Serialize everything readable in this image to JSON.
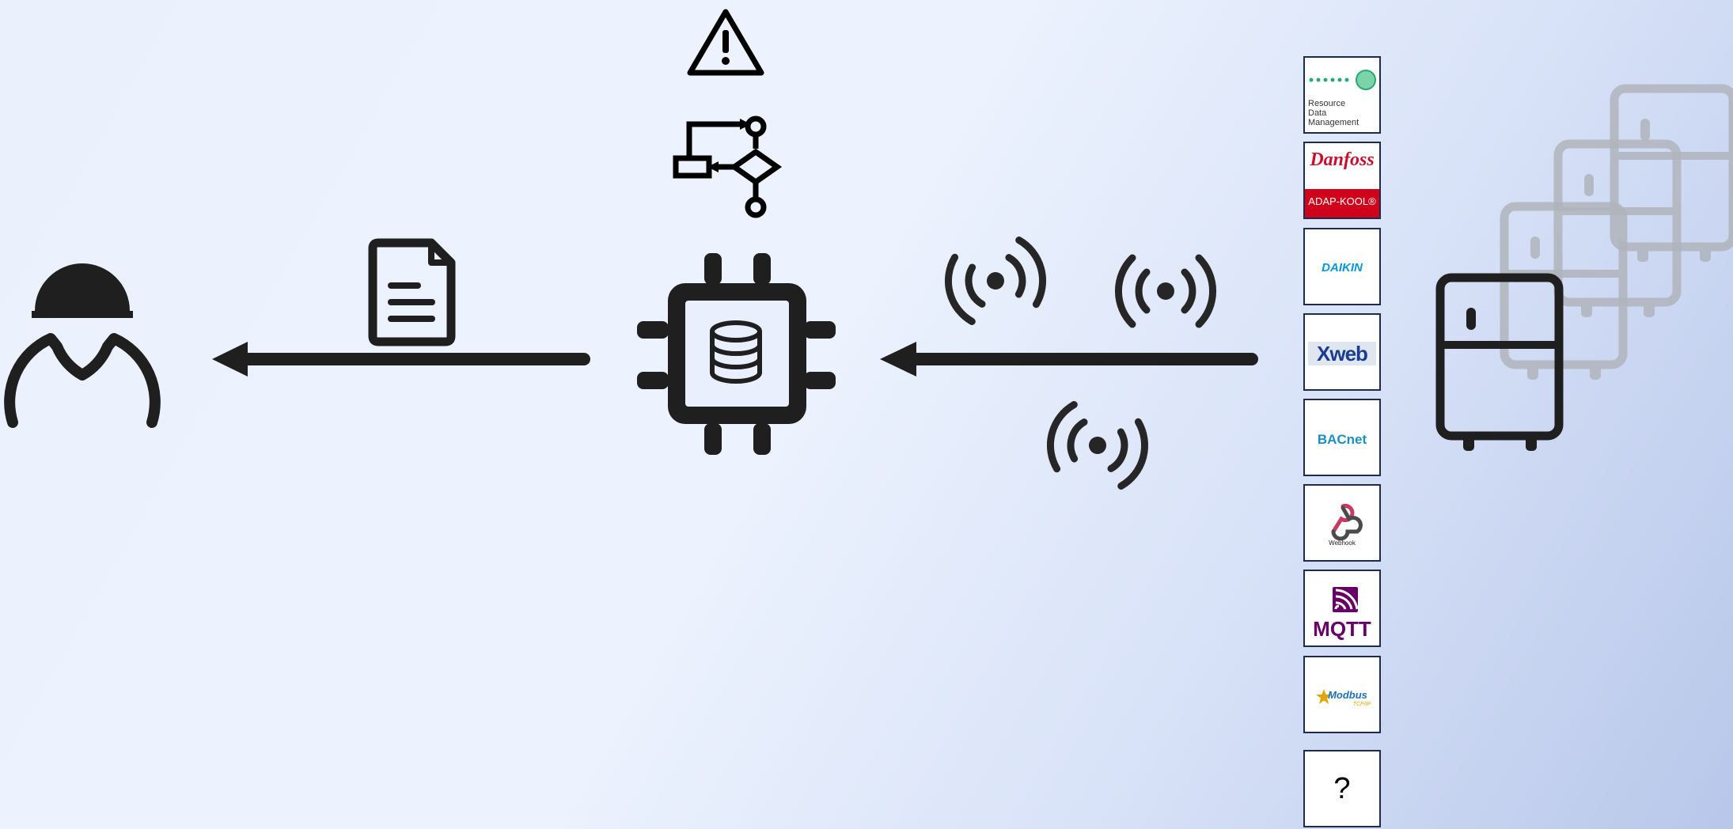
{
  "diagram": {
    "icons": [
      "worker-hardhat-icon",
      "document-icon",
      "warning-icon",
      "workflow-icon",
      "chip-database-icon",
      "wireless-signal-icon",
      "refrigerator-icon"
    ],
    "integrations": [
      {
        "name": "resource-data-management",
        "lines": [
          "Resource",
          "Data Management"
        ]
      },
      {
        "name": "danfoss-adap-kool",
        "brand": "Danfoss",
        "product": "ADAP-KOOL®"
      },
      {
        "name": "daikin",
        "text": "DAIKIN"
      },
      {
        "name": "xweb",
        "text": "Xweb"
      },
      {
        "name": "bacnet",
        "text": "BACnet"
      },
      {
        "name": "webhook",
        "text": "Webhook"
      },
      {
        "name": "mqtt",
        "text": "MQTT"
      },
      {
        "name": "modbus",
        "text": "Modbus",
        "sub": "TCP/IP"
      },
      {
        "name": "unknown",
        "text": "?"
      }
    ],
    "colors": {
      "icon": "#1f1f1f",
      "fridge_ghost": "#b0b4bb",
      "logo_border": "#1d2b4f",
      "danfoss_red": "#d0021b",
      "mqtt_purple": "#660066"
    }
  }
}
